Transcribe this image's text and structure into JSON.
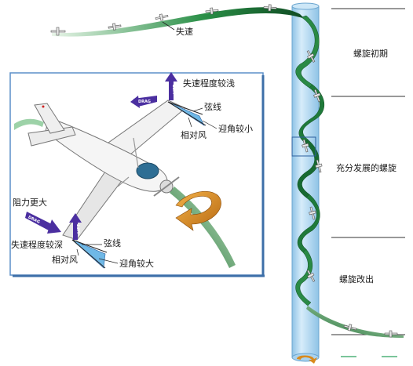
{
  "phases": {
    "initial": "螺旋初期",
    "developed": "充分发展的螺旋",
    "recovery": "螺旋改出"
  },
  "path_label": "失速",
  "inset": {
    "right_wing": {
      "lift_label": "失速程度较浅",
      "chord_label": "弦线",
      "relative_wind_label": "相对风",
      "aoa_label": "迎角较小"
    },
    "left_wing": {
      "drag_label": "阻力更大",
      "lift_label": "失速程度较深",
      "chord_label": "弦线",
      "relative_wind_label": "相对风",
      "aoa_label": "迎角较大"
    },
    "arrow_text": {
      "drag": "DRAG",
      "lift": "LIFT"
    }
  },
  "colors": {
    "column": "#b9dcf2",
    "spiral": "#1f7a3a",
    "inset_border": "#5b8fc9",
    "rotation_arrow": "#d98a1c",
    "force_arrow": "#4b2fa0"
  }
}
